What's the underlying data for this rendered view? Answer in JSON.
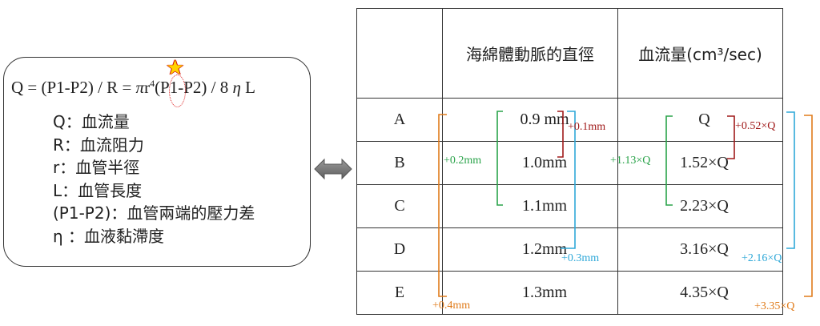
{
  "formula": {
    "lhs": "Q = (P1-P2) / R = ",
    "pi": "π",
    "r": "r",
    "exp": "4",
    "rhs": "(P1-P2) / 8 ",
    "eta": "η",
    "L": " L"
  },
  "legend": [
    "Q：血流量",
    "R：血流阻力",
    "r：血管半徑",
    "L：血管長度",
    "(P1-P2)：血管兩端的壓力差",
    " η ：血液黏滯度"
  ],
  "table": {
    "headers": [
      "",
      "海綿體動脈的直徑",
      "血流量(cm³/sec)"
    ],
    "rows": [
      {
        "label": "A",
        "diameter": "0.9 mm",
        "flow": "Q"
      },
      {
        "label": "B",
        "diameter": "1.0mm",
        "flow": "1.52×Q"
      },
      {
        "label": "C",
        "diameter": "1.1mm",
        "flow": "2.23×Q"
      },
      {
        "label": "D",
        "diameter": "1.2mm",
        "flow": "3.16×Q"
      },
      {
        "label": "E",
        "diameter": "1.3mm",
        "flow": "4.35×Q"
      }
    ]
  },
  "annotations": {
    "d_plus_01": "+0.1mm",
    "d_plus_02": "+0.2mm",
    "d_plus_03": "+0.3mm",
    "d_plus_04": "+0.4mm",
    "f_plus_052": "+0.52×Q",
    "f_plus_113": "+1.13×Q",
    "f_plus_216": "+2.16×Q",
    "f_plus_335": "+3.35×Q"
  },
  "colors": {
    "dark_red": "#a01a1a",
    "green": "#2aa34a",
    "cyan": "#2fa8d8",
    "orange": "#e07b1a",
    "star": "#ffd200"
  }
}
